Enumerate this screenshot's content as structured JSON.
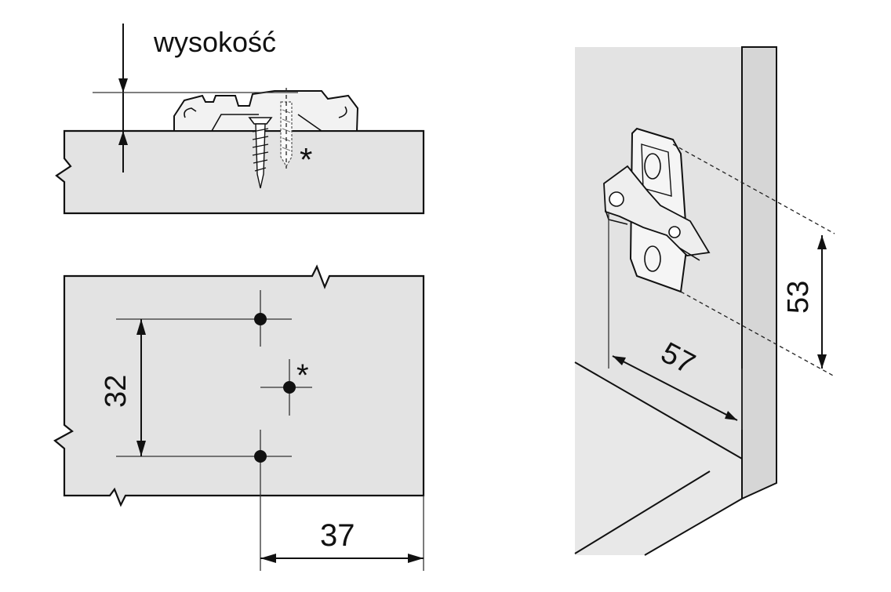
{
  "labels": {
    "height_label": "wysokość",
    "asterisk_top": "*",
    "asterisk_bottom": "*",
    "dim_vertical_holes": "32",
    "dim_horizontal_edge": "37",
    "dim_plate_height": "53",
    "dim_plate_offset": "57"
  },
  "colors": {
    "panel_fill": "#e3e3e3",
    "line": "#111111",
    "background": "#ffffff"
  }
}
